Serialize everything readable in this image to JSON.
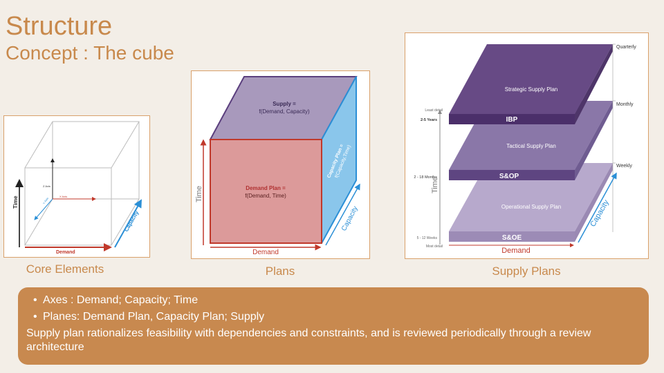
{
  "header": {
    "title": "Structure",
    "subtitle": "Concept : The cube"
  },
  "core": {
    "caption": "Core Elements",
    "axis_time": "Time",
    "axis_demand": "Demand",
    "axis_capacity": "Capacity",
    "z_axis": "Z Axis",
    "x_axis": "X Axis",
    "y_axis": "Y Axis"
  },
  "plans": {
    "caption": "Plans",
    "supply_line1": "Supply =",
    "supply_line2": "f(Demand, Capacity)",
    "demand_line1": "Demand Plan =",
    "demand_line2": "f(Demand, Time)",
    "capacity_line1": "Capacity Plan =",
    "capacity_line2": "f(Capacity,Time)",
    "axis_time": "Time",
    "axis_demand": "Demand",
    "axis_capacity": "Capacity"
  },
  "supply": {
    "caption": "Supply Plans",
    "strategic": "Strategic Supply Plan",
    "ibp": "IBP",
    "tactical": "Tactical Supply Plan",
    "sop": "S&OP",
    "operational": "Operational Supply Plan",
    "soe": "S&OE",
    "quarterly": "Quarterly",
    "monthly": "Monthly",
    "weekly": "Weekly",
    "least_detail": "Least detail",
    "years": "2-5 Years",
    "months": "2 - 18 Months",
    "weeks": "5 - 12 Weeks",
    "most_detail": "Most detail",
    "axis_time": "Time",
    "axis_demand": "Demand",
    "axis_capacity": "Capacity"
  },
  "summary": {
    "bullets": [
      "Axes : Demand; Capacity; Time",
      "Planes: Demand Plan, Capacity Plan; Supply"
    ],
    "text": "Supply plan rationalizes feasibility with dependencies and constraints, and is reviewed periodically through a review architecture"
  },
  "colors": {
    "accent": "#c8894c",
    "demand_plane": "#dc9a9a",
    "capacity_plane": "#8ac6eb",
    "supply_plane": "#a899bc",
    "strategic": "#674a85",
    "tactical": "#8a77a8",
    "operational": "#b7a9cc"
  }
}
